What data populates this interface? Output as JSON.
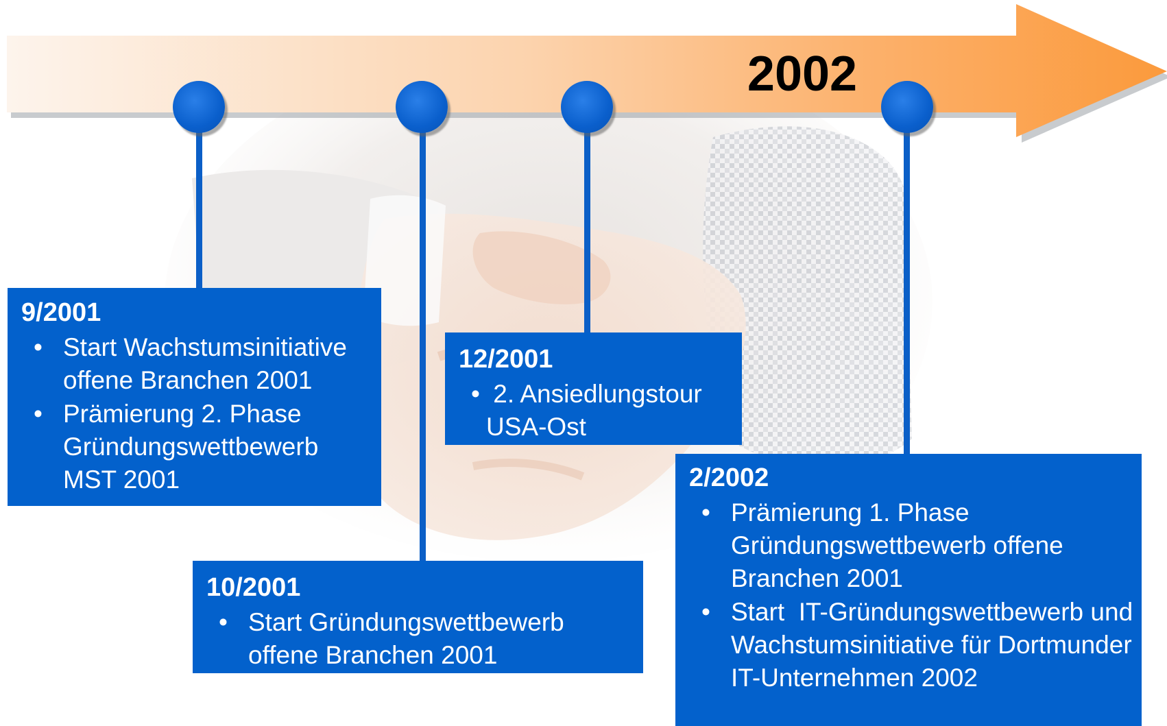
{
  "timeline": {
    "year_label": "2002",
    "colors": {
      "arrow_start": "#fdf1e6",
      "arrow_end": "#fb9a3c",
      "box_fill": "#0361cc",
      "dot_fill": "#0a5fcc",
      "connector": "#0b5fc7",
      "text": "#ffffff"
    }
  },
  "events": [
    {
      "date": "9/2001",
      "items": [
        "Start Wachstumsinitiative offene Branchen 2001",
        "Prämierung 2. Phase Gründungswettbewerb MST 2001"
      ]
    },
    {
      "date": "10/2001",
      "items": [
        "Start Gründungswettbewerb offene Branchen 2001"
      ]
    },
    {
      "date": "12/2001",
      "items": [
        " 2. Ansiedlungstour USA-Ost"
      ]
    },
    {
      "date": "2/2002",
      "items": [
        "Prämierung 1. Phase Gründungswettbewerb offene Branchen 2001",
        "Start  IT-Gründungswettbewerb und Wachstumsinitiative für Dortmunder IT-Unternehmen 2002"
      ]
    }
  ],
  "bullet_glyph": "•",
  "background_image": "faded-handshake-photo"
}
